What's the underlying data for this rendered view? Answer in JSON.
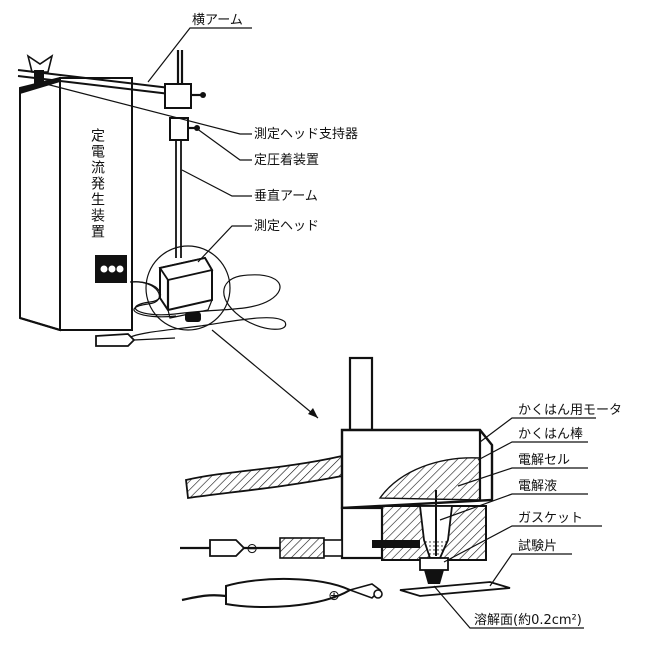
{
  "labels": {
    "horizontal_arm": "横アーム",
    "head_holder": "測定ヘッド支持器",
    "constant_pressure_device": "定圧着装置",
    "vertical_arm": "垂直アーム",
    "measuring_head": "測定ヘッド",
    "constant_current_generator": "定電流発生装置",
    "stirrer_motor": "かくはん用モータ",
    "stirring_rod": "かくはん棒",
    "electrolytic_cell": "電解セル",
    "electrolyte": "電解液",
    "gasket": "ガスケット",
    "test_piece": "試験片",
    "dissolution_surface": "溶解面(約0.2cm²)"
  },
  "symbols": {
    "minus": "⊖",
    "plus": "⊕"
  }
}
